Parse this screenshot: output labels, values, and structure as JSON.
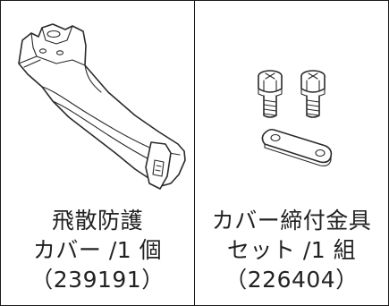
{
  "parts": [
    {
      "icon": "splash-guard-cover-illustration",
      "lines": [
        "飛散防護",
        "カバー /1 個",
        "（239191）"
      ]
    },
    {
      "icon": "cover-fastening-hardware-illustration",
      "lines": [
        "カバー締付金具",
        "セット /1 組",
        "（226404）"
      ]
    }
  ]
}
